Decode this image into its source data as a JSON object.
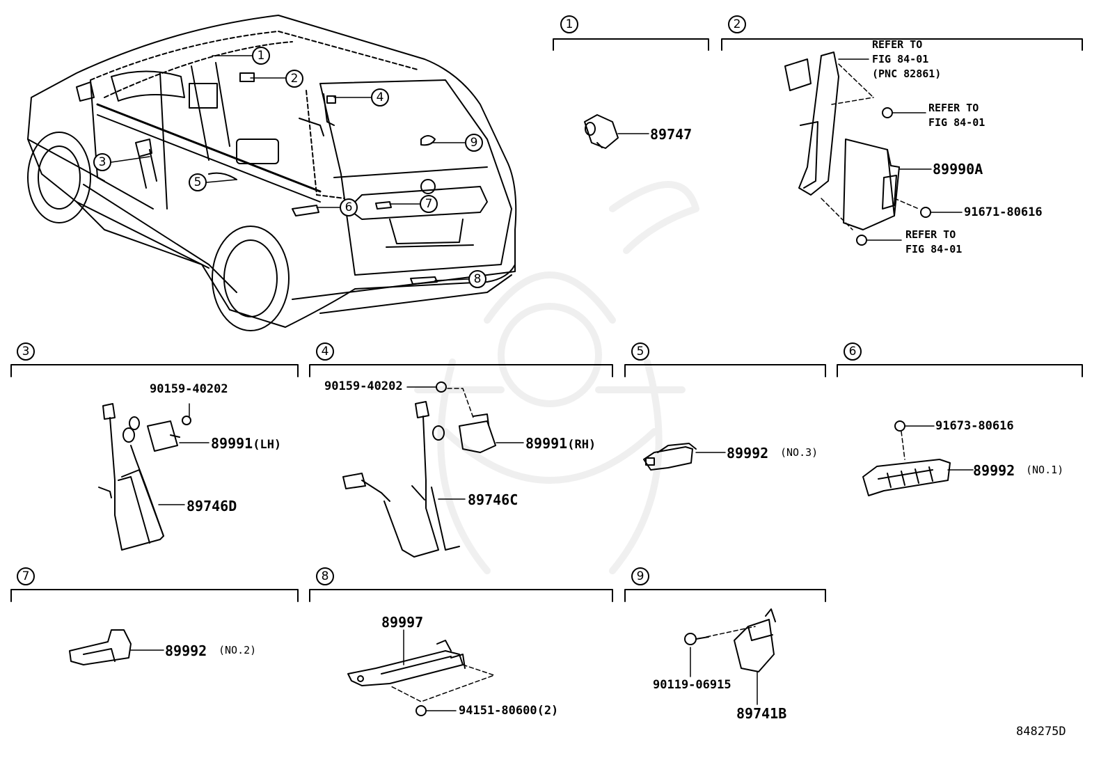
{
  "callouts": {
    "c1": "1",
    "c2": "2",
    "c3": "3",
    "c4": "4",
    "c5": "5",
    "c6": "6",
    "c7": "7",
    "c8": "8",
    "c9": "9"
  },
  "sections": {
    "s1": {
      "num": "1",
      "parts": {
        "p89747": "89747"
      }
    },
    "s2": {
      "num": "2",
      "parts": {
        "refer_a": "REFER TO\nFIG 84-01\n(PNC 82861)",
        "refer_b": "REFER TO\nFIG 84-01",
        "refer_c": "REFER TO\nFIG 84-01",
        "p89990A": "89990A",
        "p91671": "91671-80616"
      }
    },
    "s3": {
      "num": "3",
      "parts": {
        "p90159": "90159-40202",
        "p89991": "89991",
        "p89991_side": "(LH)",
        "p89746D": "89746D"
      }
    },
    "s4": {
      "num": "4",
      "parts": {
        "p90159": "90159-40202",
        "p89991": "89991",
        "p89991_side": "(RH)",
        "p89746C": "89746C"
      }
    },
    "s5": {
      "num": "5",
      "parts": {
        "p89992": "89992",
        "note": "(NO.3)"
      }
    },
    "s6": {
      "num": "6",
      "parts": {
        "p91673": "91673-80616",
        "p89992": "89992",
        "note": "(NO.1)"
      }
    },
    "s7": {
      "num": "7",
      "parts": {
        "p89992": "89992",
        "note": "(NO.2)"
      }
    },
    "s8": {
      "num": "8",
      "parts": {
        "p89997": "89997",
        "p94151": "94151-80600(2)"
      }
    },
    "s9": {
      "num": "9",
      "parts": {
        "p90119": "90119-06915",
        "p89741B": "89741B"
      }
    }
  },
  "figure_code": "848275D"
}
